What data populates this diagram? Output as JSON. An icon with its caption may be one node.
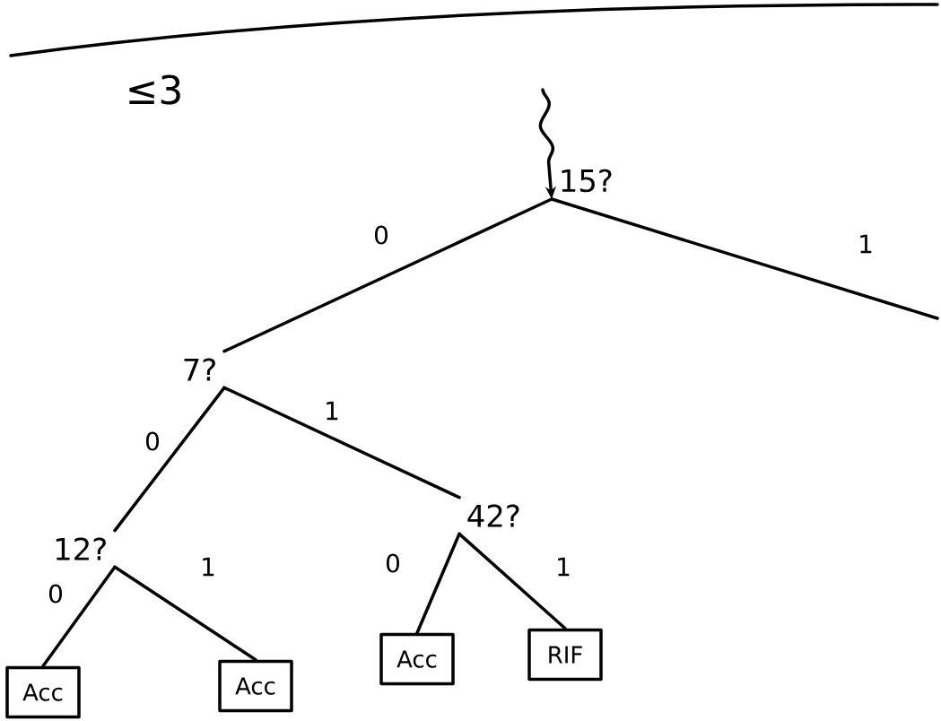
{
  "diagram": {
    "nodes": [
      {
        "text": [
          "15?"
        ]
      },
      {
        "text": [
          "7?"
        ]
      },
      {
        "text": [
          "12?"
        ]
      },
      {
        "text": [
          "42?"
        ]
      },
      {
        "text": [
          "Acc"
        ]
      },
      {
        "text": [
          "Acc"
        ]
      },
      {
        "text": [
          "Acc"
        ]
      },
      {
        "text": [
          "RIF"
        ]
      }
    ],
    "edges": [
      {
        "from": null,
        "to": 0,
        "arrow": "to"
      },
      {
        "from": 0,
        "to": 1,
        "arrow": "none",
        "label": "0"
      },
      {
        "from": 0,
        "to": null,
        "arrow": "none",
        "label": "1"
      },
      {
        "from": 1,
        "to": 2,
        "arrow": "none",
        "label": "0"
      },
      {
        "from": 1,
        "to": 3,
        "arrow": "none",
        "label": "1"
      },
      {
        "from": 2,
        "to": 4,
        "arrow": "none",
        "label": "0"
      },
      {
        "from": 2,
        "to": 5,
        "arrow": "none",
        "label": "1"
      },
      {
        "from": 3,
        "to": 6,
        "arrow": "none",
        "label": "0"
      },
      {
        "from": 3,
        "to": 7,
        "arrow": "none",
        "label": "1"
      }
    ],
    "labels": [
      "≤3"
    ]
  }
}
